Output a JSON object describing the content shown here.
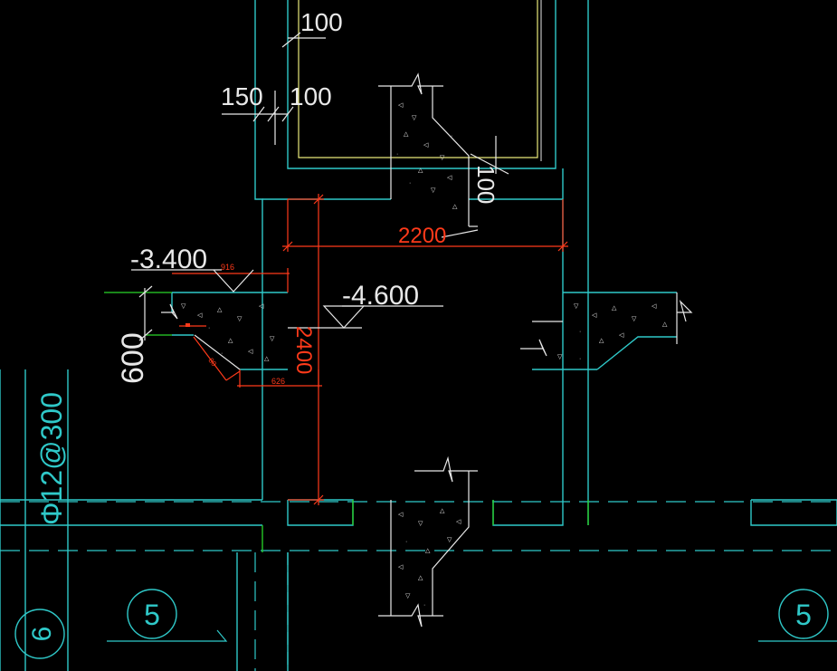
{
  "colors": {
    "background": "#000000",
    "cyan": "#2fc9c9",
    "white": "#e8e8e8",
    "red": "#ff3a1a",
    "yellow": "#e8e87a",
    "green": "#29d629",
    "lightgreen": "#7ad67a"
  },
  "dimensions": {
    "top_100": "100",
    "left_150": "150",
    "left_100": "100",
    "right_100": "100",
    "width_2200": "2200",
    "height_2400": "2400",
    "small_916": "916",
    "small_626": "626",
    "small_slope": "80",
    "height_600": "600"
  },
  "elevations": {
    "left": "-3.400",
    "center": "-4.600"
  },
  "rebar": {
    "label": "Φ12@300"
  },
  "axis_bubbles": {
    "left": "5",
    "right": "5",
    "bottom_left": "6"
  }
}
